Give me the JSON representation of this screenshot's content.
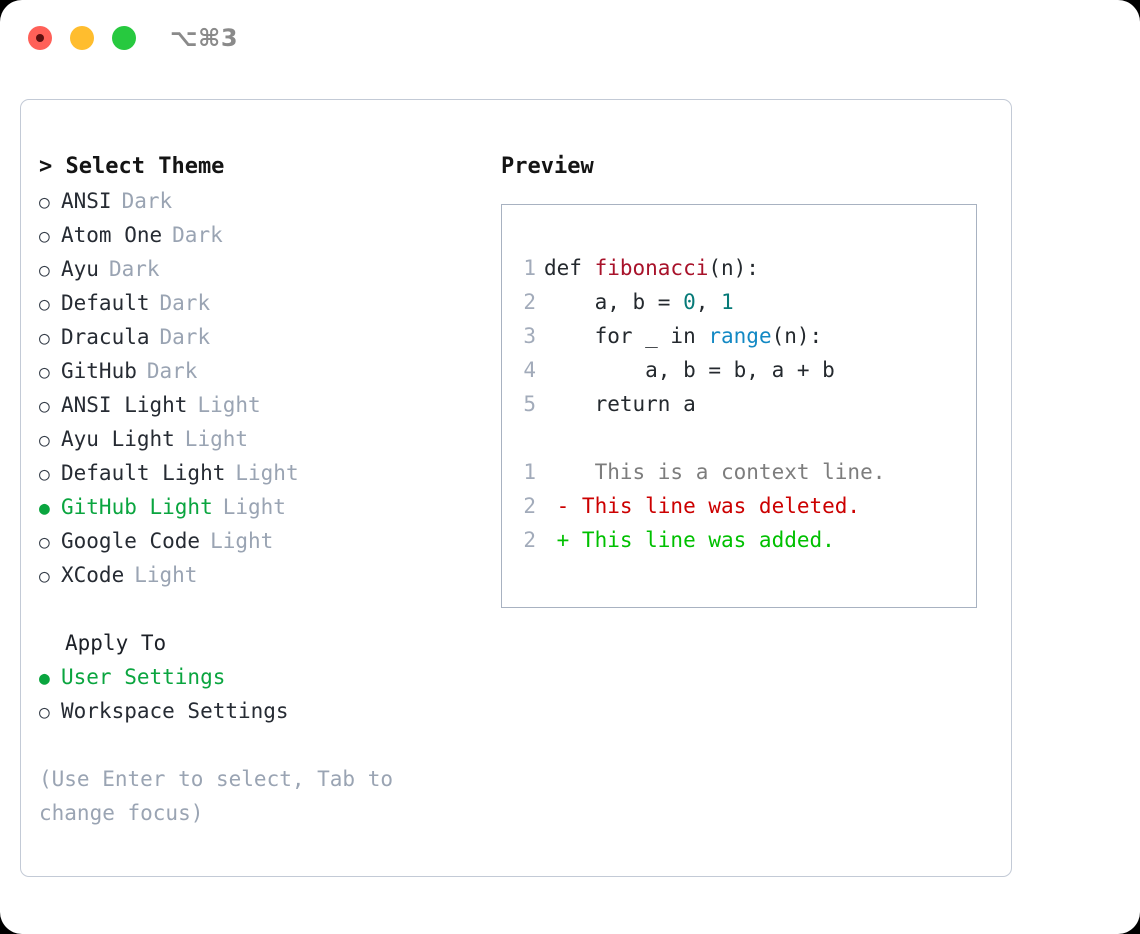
{
  "titlebar": {
    "shortcut": "⌥⌘3",
    "lights": [
      {
        "name": "close",
        "color": "#ff6058"
      },
      {
        "name": "minimize",
        "color": "#ffbd2e"
      },
      {
        "name": "zoom",
        "color": "#27c93f"
      }
    ]
  },
  "theme_section": {
    "header": "> Select Theme",
    "caret": ">",
    "title": "Select Theme",
    "marker_off": "○",
    "marker_on": "●",
    "items": [
      {
        "label": "ANSI",
        "tag": "Dark",
        "selected": false
      },
      {
        "label": "Atom One",
        "tag": "Dark",
        "selected": false
      },
      {
        "label": "Ayu",
        "tag": "Dark",
        "selected": false
      },
      {
        "label": "Default",
        "tag": "Dark",
        "selected": false
      },
      {
        "label": "Dracula",
        "tag": "Dark",
        "selected": false
      },
      {
        "label": "GitHub",
        "tag": "Dark",
        "selected": false
      },
      {
        "label": "ANSI Light",
        "tag": "Light",
        "selected": false
      },
      {
        "label": "Ayu Light",
        "tag": "Light",
        "selected": false
      },
      {
        "label": "Default Light",
        "tag": "Light",
        "selected": false
      },
      {
        "label": "GitHub Light",
        "tag": "Light",
        "selected": true
      },
      {
        "label": "Google Code",
        "tag": "Light",
        "selected": false
      },
      {
        "label": "XCode",
        "tag": "Light",
        "selected": false
      }
    ]
  },
  "apply_section": {
    "header": "Apply To",
    "items": [
      {
        "label": "User Settings",
        "selected": true
      },
      {
        "label": "Workspace Settings",
        "selected": false
      }
    ]
  },
  "hint": "(Use Enter to select, Tab to change focus)",
  "preview": {
    "title": "Preview",
    "code_lines": [
      {
        "no": "1",
        "tokens": [
          {
            "t": "def ",
            "c": "plain"
          },
          {
            "t": "fibonacci",
            "c": "fn"
          },
          {
            "t": "(n):",
            "c": "plain"
          }
        ]
      },
      {
        "no": "2",
        "tokens": [
          {
            "t": "    a, b = ",
            "c": "plain"
          },
          {
            "t": "0",
            "c": "num"
          },
          {
            "t": ", ",
            "c": "plain"
          },
          {
            "t": "1",
            "c": "num"
          }
        ]
      },
      {
        "no": "3",
        "tokens": [
          {
            "t": "    for _ in ",
            "c": "plain"
          },
          {
            "t": "range",
            "c": "kw"
          },
          {
            "t": "(n):",
            "c": "plain"
          }
        ]
      },
      {
        "no": "4",
        "tokens": [
          {
            "t": "        a, b = b, a + b",
            "c": "plain"
          }
        ]
      },
      {
        "no": "5",
        "tokens": [
          {
            "t": "    return a",
            "c": "plain"
          }
        ]
      }
    ],
    "diff_lines": [
      {
        "no": "1",
        "sign": " ",
        "text": "  This is a context line.",
        "kind": "ctx"
      },
      {
        "no": "2",
        "sign": "-",
        "text": " This line was deleted.",
        "kind": "del"
      },
      {
        "no": "2",
        "sign": "+",
        "text": " This line was added.",
        "kind": "add"
      }
    ]
  },
  "colors": {
    "selected_green": "#0aa53f",
    "tag_gray": "#9aa4b3",
    "diff_delete": "#cc0000",
    "diff_add": "#00c000",
    "code_function": "#a8122a",
    "code_number": "#067a78",
    "code_keyword": "#1389c4"
  }
}
